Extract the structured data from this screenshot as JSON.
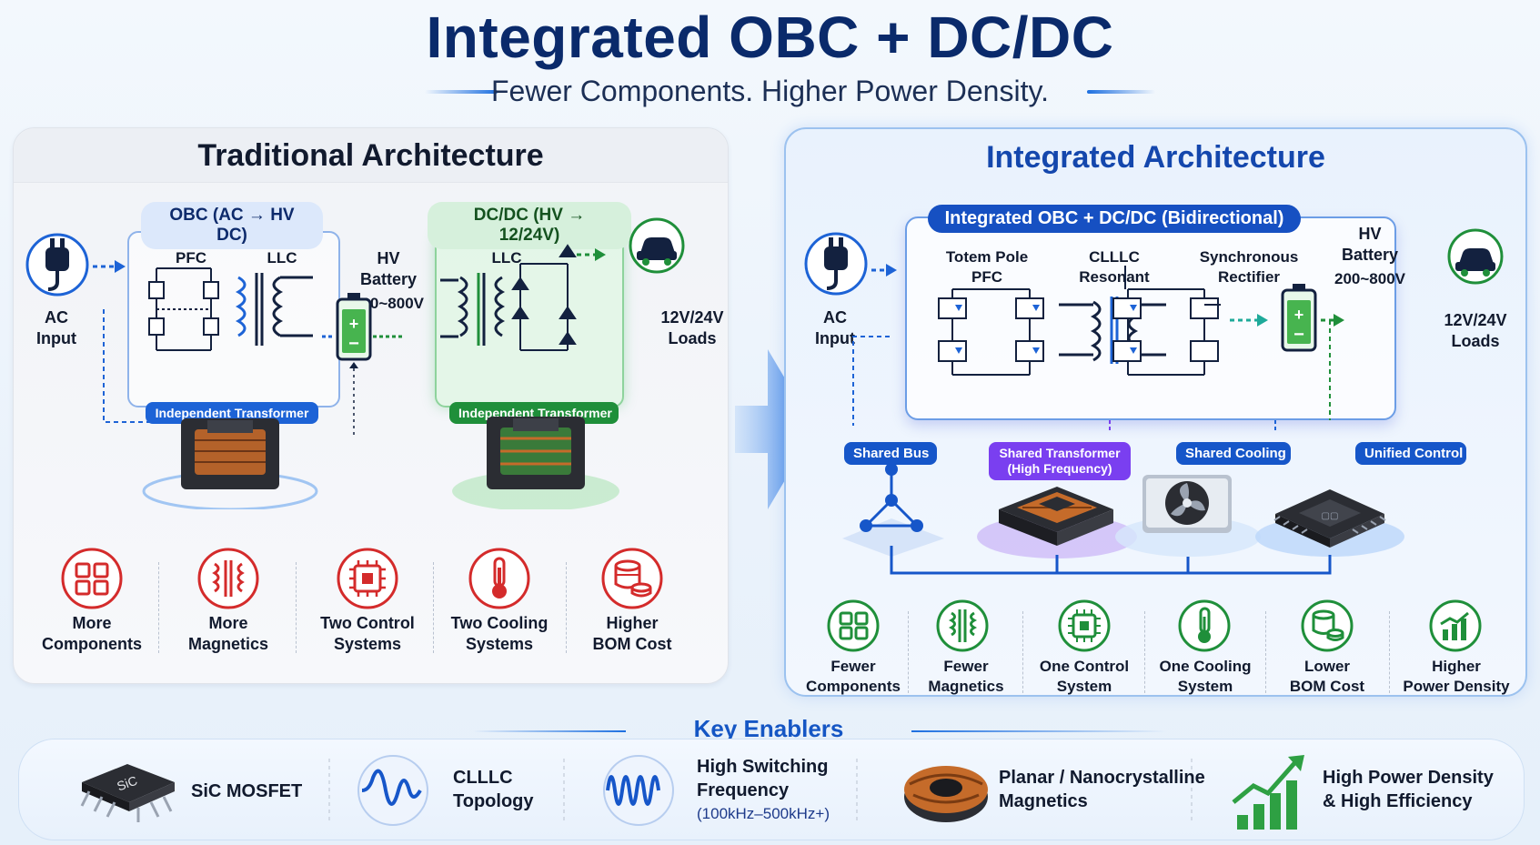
{
  "header": {
    "title": "Integrated OBC + DC/DC",
    "subtitle": "Fewer Components. Higher Power Density."
  },
  "traditional": {
    "title": "Traditional Architecture",
    "ac_input": "AC\nInput",
    "obc_box": {
      "label": "OBC (AC → HV DC)",
      "pfc": "PFC",
      "llc": "LLC",
      "transformer_tag": "Independent Transformer"
    },
    "hv_battery": {
      "label": "HV\nBattery",
      "range": "200~800V"
    },
    "dcdc_box": {
      "label": "DC/DC (HV → 12/24V)",
      "llc": "LLC",
      "transformer_tag": "Independent Transformer"
    },
    "loads": "12V/24V\nLoads",
    "drawbacks": [
      {
        "icon": "components-grid-icon",
        "label": "More\nComponents"
      },
      {
        "icon": "magnetics-icon",
        "label": "More\nMagnetics"
      },
      {
        "icon": "chip-icon",
        "label": "Two Control\nSystems"
      },
      {
        "icon": "thermometer-icon",
        "label": "Two Cooling\nSystems"
      },
      {
        "icon": "coins-icon",
        "label": "Higher\nBOM Cost"
      }
    ],
    "colors": {
      "accent": "#d42b2b",
      "obc": "#1d63d6",
      "dcdc": "#1f8f3a"
    }
  },
  "integrated": {
    "title": "Integrated Architecture",
    "box_label": "Integrated OBC + DC/DC (Bidirectional)",
    "ac_input": "AC\nInput",
    "stages": [
      "Totem Pole\nPFC",
      "CLLLC\nResonant",
      "Synchronous\nRectifier"
    ],
    "hv_battery": {
      "label": "HV\nBattery",
      "range": "200~800V"
    },
    "loads": "12V/24V\nLoads",
    "shared": [
      {
        "tag": "Shared Bus",
        "icon": "network-icon"
      },
      {
        "tag": "Shared Transformer\n(High Frequency)",
        "icon": "planar-transformer-icon"
      },
      {
        "tag": "Shared Cooling",
        "icon": "fan-icon"
      },
      {
        "tag": "Unified Control",
        "icon": "mcu-chip-icon"
      }
    ],
    "benefits": [
      {
        "icon": "components-grid-icon",
        "label": "Fewer\nComponents"
      },
      {
        "icon": "magnetics-icon",
        "label": "Fewer\nMagnetics"
      },
      {
        "icon": "chip-icon",
        "label": "One Control\nSystem"
      },
      {
        "icon": "thermometer-icon",
        "label": "One Cooling\nSystem"
      },
      {
        "icon": "coins-icon",
        "label": "Lower\nBOM Cost"
      },
      {
        "icon": "growth-chart-icon",
        "label": "Higher\nPower Density"
      }
    ],
    "colors": {
      "accent": "#1f8f3a",
      "primary": "#1656c9",
      "transformer": "#7a3ff0"
    }
  },
  "key_enablers": {
    "title": "Key Enablers",
    "items": [
      {
        "icon": "sic-mosfet-icon",
        "chip_text": "SiC",
        "label": "SiC MOSFET"
      },
      {
        "icon": "clllc-waveform-icon",
        "label": "CLLLC\nTopology"
      },
      {
        "icon": "hf-waveform-icon",
        "label": "High Switching\nFrequency",
        "detail": "(100kHz–500kHz+)"
      },
      {
        "icon": "toroid-core-icon",
        "label": "Planar / Nanocrystalline\nMagnetics"
      },
      {
        "icon": "growth-bars-icon",
        "label": "High Power Density\n& High Efficiency"
      }
    ]
  },
  "transition_arrow": {
    "icon": "big-right-arrow-icon",
    "color": "#1769e0"
  }
}
